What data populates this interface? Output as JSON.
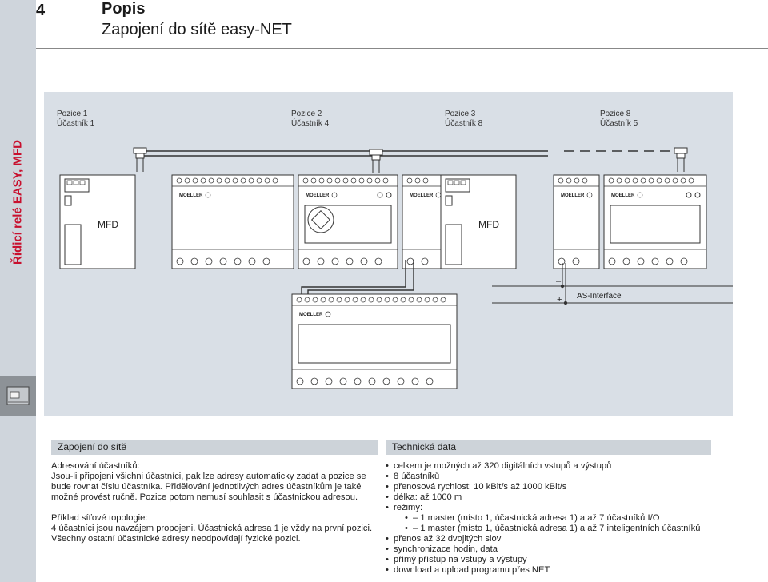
{
  "sidebar": {
    "label": "Řídicí relé EASY, MFD"
  },
  "header": {
    "number": "4",
    "title": "Popis",
    "subtitle": "Zapojení do sítě easy-NET"
  },
  "diagram": {
    "positions": [
      {
        "pos": "Pozice 1",
        "station": "Účastník 1"
      },
      {
        "pos": "Pozice 2",
        "station": "Účastník 4"
      },
      {
        "pos": "Pozice 3",
        "station": "Účastník 8"
      },
      {
        "pos": "Pozice 8",
        "station": "Účastník 5"
      }
    ],
    "mfd_label": "MFD",
    "brand": "MOELLER",
    "as_interface": "AS-Interface",
    "minus": "–",
    "plus": "+"
  },
  "left": {
    "heading": "Zapojení do sítě",
    "p1": "Adresování účastníků:",
    "p2": "Jsou-li připojeni všichni účastníci, pak lze adresy automaticky zadat a pozice se bude rovnat číslu účastníka. Přidělování jednotlivých adres účastníkům je také možné provést ručně. Pozice potom nemusí souhlasit s účastnickou adresou.",
    "p3": "Příklad síťové topologie:",
    "p4": "4 účastníci jsou navzájem propojeni. Účastnická adresa 1 je vždy na první pozici.",
    "p5": "Všechny ostatní účastnické adresy neodpovídají fyzické pozici."
  },
  "right": {
    "heading": "Technická data",
    "items": [
      "celkem je možných až 320 digitálních vstupů a výstupů",
      "8 účastníků",
      "přenosová rychlost: 10 kBit/s až 1000 kBit/s",
      "délka: až 1000 m",
      "režimy:",
      "přenos až 32 dvojitých slov",
      "synchronizace hodin, data",
      "přímý přístup na vstupy a výstupy",
      "download a upload programu přes NET"
    ],
    "modes": [
      "– 1 master (místo 1, účastnická adresa 1) a až 7 účastníků I/O",
      "– 1 master (místo 1, účastnická adresa 1) a až 7 inteligentních účastníků"
    ]
  }
}
